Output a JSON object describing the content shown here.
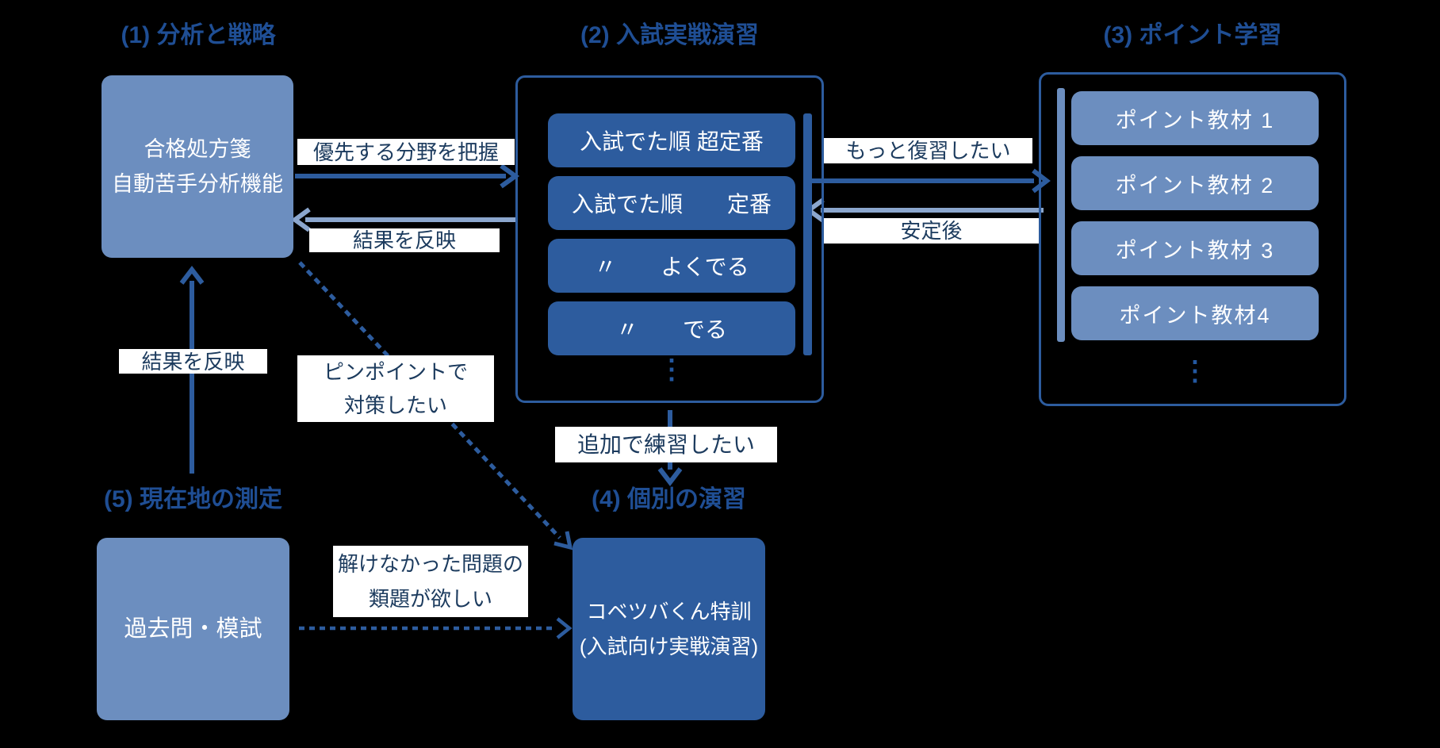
{
  "titles": {
    "analysis": "(1) 分析と戦略",
    "practice": "(2) 入試実戦演習",
    "points": "(3) ポイント学習",
    "individual": "(4) 個別の演習",
    "assessment": "(5) 現在地の測定"
  },
  "boxes": {
    "analysis": {
      "text": "合格処方箋\n自動苦手分析機能"
    },
    "practice": {
      "items": [
        "入試でた順 超定番",
        "入試でた順　　定番",
        "〃　　よくでる",
        "〃　　でる"
      ],
      "ellipsis": "⋮"
    },
    "points": {
      "items": [
        "ポイント教材 1",
        "ポイント教材 2",
        "ポイント教材 3",
        "ポイント教材4"
      ],
      "ellipsis": "⋮"
    },
    "individual": {
      "text": "コベツバくん特訓\n(入試向け実戦演習)"
    },
    "assessment": {
      "text": "過去問・模試"
    }
  },
  "labels": {
    "prioritize": "優先する分野を把握",
    "reflect_results_top": "結果を反映",
    "review_more": "もっと復習したい",
    "after_stable": "安定後",
    "reflect_results_left": "結果を反映",
    "pinpoint": "ピンポイントで\n対策したい",
    "additional_practice": "追加で練習したい",
    "similar_problems": "解けなかった問題の\n類題が欲しい"
  },
  "colors": {
    "background": "#000000",
    "box_light": "#6c8ebf",
    "box_dark": "#2d5c9e",
    "outline": "#2d5c9e",
    "title_text": "#1f4e94",
    "label_text": "#1c3b5e",
    "label_bg": "#ffffff",
    "box_text": "#ffffff",
    "arrow_dark": "#2d5c9e",
    "arrow_light": "#8ba6cd"
  }
}
